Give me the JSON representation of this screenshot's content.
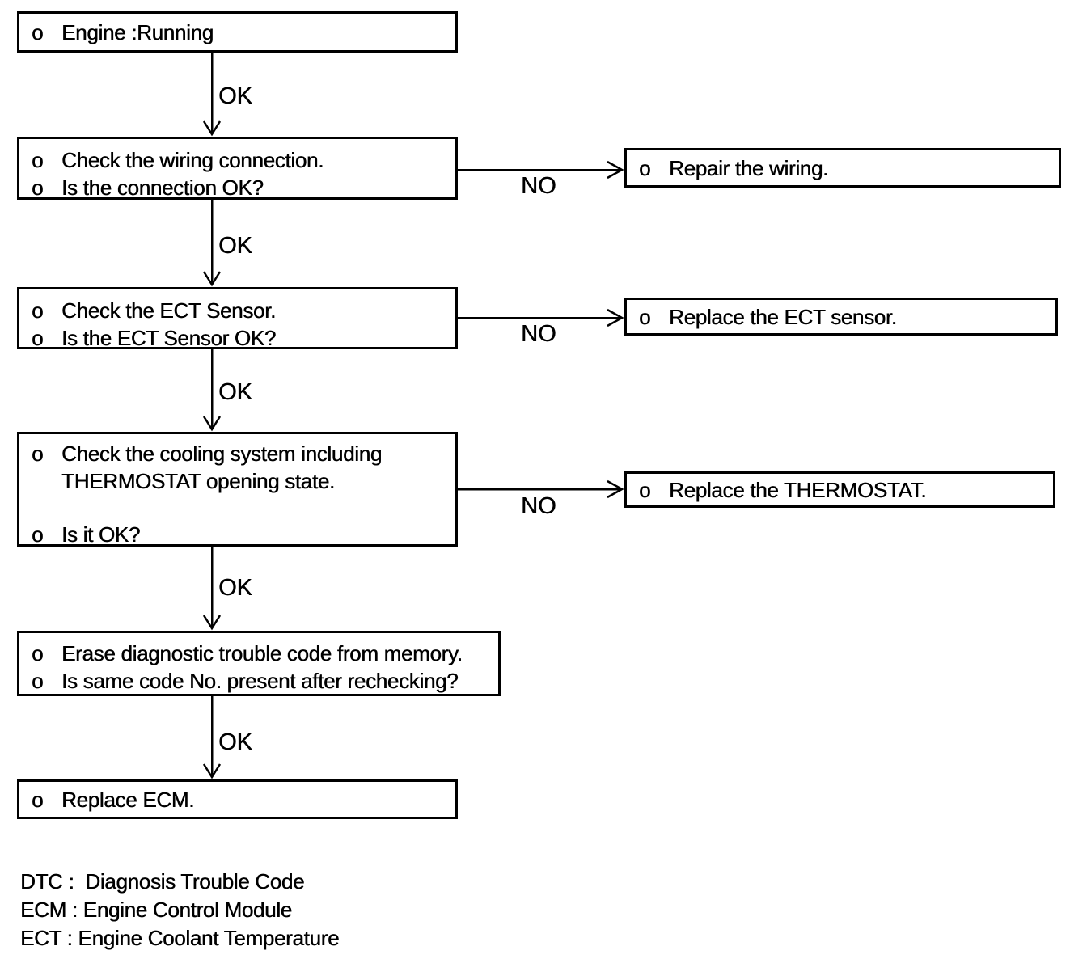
{
  "bullet": "o",
  "labels": {
    "ok": "OK",
    "no": "NO"
  },
  "colors": {
    "ink": "#000000",
    "paper": "#ffffff"
  },
  "steps": {
    "engine": {
      "item1": "Engine :Running"
    },
    "wiring": {
      "item1": "Check the wiring connection.",
      "item2": "Is the connection OK?"
    },
    "ect_sensor": {
      "item1": "Check the ECT Sensor.",
      "item2": "Is the ECT Sensor OK?"
    },
    "cooling": {
      "item1_line1": "Check the cooling system including",
      "item1_line2": "THERMOSTAT opening state.",
      "item2": "Is it OK?"
    },
    "erase_code": {
      "item1": "Erase diagnostic trouble code from memory.",
      "item2": "Is same code No. present after rechecking?"
    },
    "replace_ecm": {
      "item1": "Replace ECM."
    }
  },
  "actions": {
    "repair_wiring": {
      "item1": "Repair the wiring."
    },
    "replace_ect_sensor": {
      "item1": "Replace the ECT sensor."
    },
    "replace_thermostat": {
      "item1": "Replace the THERMOSTAT."
    }
  },
  "legend": {
    "dtc": "DTC :  Diagnosis Trouble Code",
    "ecm": "ECM : Engine Control Module",
    "ect": "ECT : Engine Coolant Temperature"
  }
}
